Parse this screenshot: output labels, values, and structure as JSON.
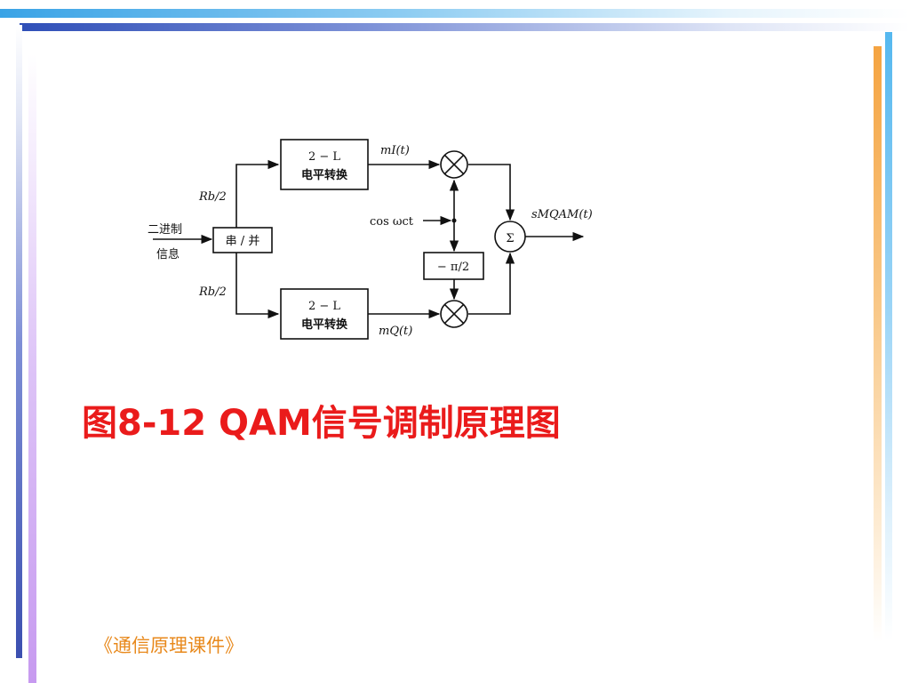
{
  "diagram": {
    "input_label_line1": "二进制",
    "input_label_line2": "信息",
    "sp_block": "串 / 并",
    "rate_upper": "Rb/2",
    "rate_lower": "Rb/2",
    "converter_top_line1": "2 − L",
    "converter_top_line2": "电平转换",
    "converter_bottom_line1": "2 − L",
    "converter_bottom_line2": "电平转换",
    "signal_i": "mI(t)",
    "signal_q": "mQ(t)",
    "carrier": "cos ωct",
    "phase_shift": "− π/2",
    "multiplier_symbol": "⊗",
    "sum_symbol": "Σ",
    "output": "sMQAM(t)"
  },
  "caption": "图8-12 QAM信号调制原理图",
  "footer": "《通信原理课件》",
  "colors": {
    "caption": "#ea1b1b",
    "footer": "#e8891c",
    "top_bar_light": "#3aa3e6",
    "top_bar_dark": "#2f4fb8",
    "left_bar_blue": "#3b4fb0",
    "left_bar_purple": "#c79af0",
    "right_bar_orange": "#f5a441",
    "right_bar_blue": "#55b8ef"
  }
}
